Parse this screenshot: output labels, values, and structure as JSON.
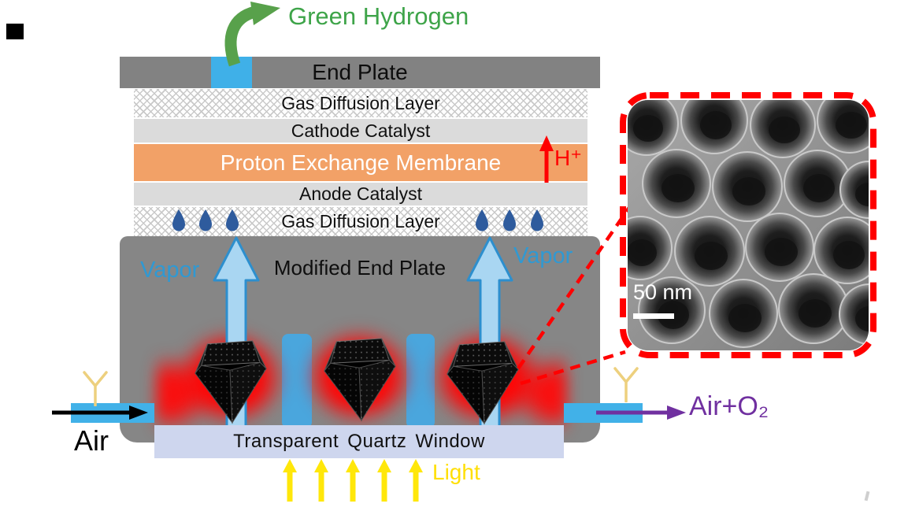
{
  "labels": {
    "green_hydrogen": "Green Hydrogen",
    "end_plate": "End Plate",
    "gas_diffusion_top": "Gas Diffusion Layer",
    "cathode_catalyst": "Cathode Catalyst",
    "proton_exchange_membrane": "Proton Exchange Membrane",
    "proton": "H⁺",
    "anode_catalyst": "Anode Catalyst",
    "gas_diffusion_bottom": "Gas Diffusion Layer",
    "modified_end_plate": "Modified End Plate",
    "vapor_left": "Vapor",
    "vapor_right": "Vapor",
    "quartz_window": "Transparent Quartz Window",
    "light": "Light",
    "air_inlet": "Air",
    "air_outlet": "Air+O₂"
  },
  "inset": {
    "scale_bar": "50 nm"
  },
  "colors": {
    "plate_gray": "#848484",
    "catalyst_gray": "#dbdbdb",
    "pem_orange": "#f2a167",
    "membrane_text": "#ffffff",
    "hydrogen_green": "#3ea449",
    "vapor_blue": "#2f99d3",
    "droplet_blue": "#2e5b9d",
    "channel_blue": "#41b1e8",
    "glow_red": "#ff0000",
    "light_yellow": "#ffdf05",
    "oxygen_purple": "#7030a0",
    "window_lavender": "#ced6ee",
    "inset_border_red": "#ff0000"
  },
  "icons": {
    "green-arrow-icon": "curved block arrow up-right",
    "water-droplet-icon": "teardrop",
    "vapor-arrow-icon": "outlined block arrow up",
    "proton-arrow-icon": "red arrow up",
    "light-arrow-icon": "yellow arrow up",
    "air-flow-arrow-icon": "black arrow right",
    "oxygen-flow-arrow-icon": "purple arrow right",
    "antenna-icon": "yellow Y shape",
    "nanocatalyst-particle": "black faceted polyhedron"
  }
}
